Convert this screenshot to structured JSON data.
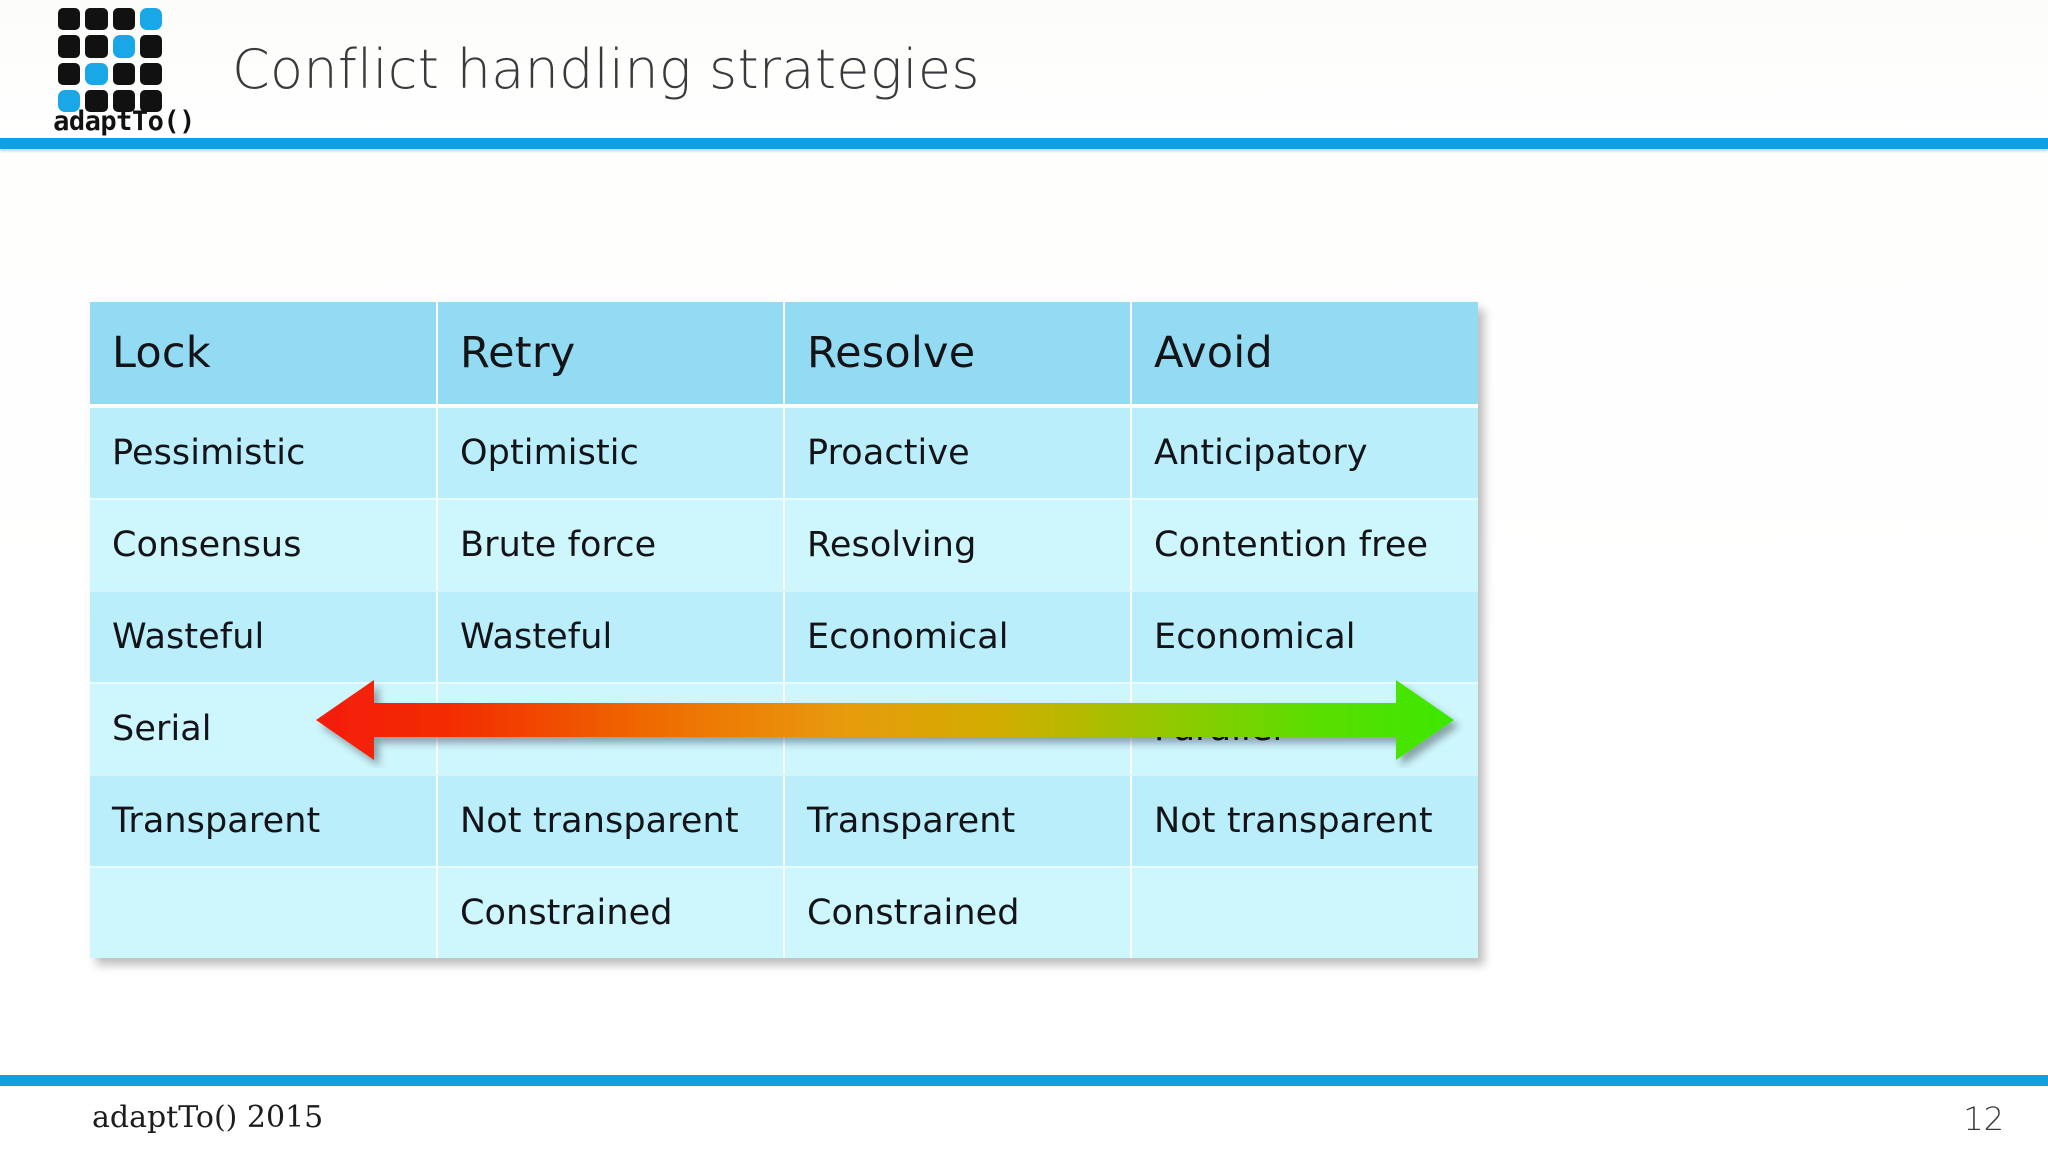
{
  "slide": {
    "title": "Conflict handling strategies",
    "page_number": "12",
    "footer_text": "adaptTo() 2015",
    "accent_color": "#109fdf",
    "title_color": "#3a3a3c"
  },
  "logo": {
    "wordmark": "adaptTo()",
    "dark_color": "#111111",
    "accent_color": "#19a7e8",
    "grid_cells": [
      "dark",
      "dark",
      "dark",
      "blue",
      "dark",
      "dark",
      "blue",
      "dark",
      "dark",
      "blue",
      "dark",
      "dark",
      "blue",
      "dark",
      "dark",
      "dark"
    ]
  },
  "table": {
    "header_bg": "#93dbf3",
    "row_bg_a": "#b9eefa",
    "row_bg_b": "#cdf6fd",
    "headers": [
      "Lock",
      "Retry",
      "Resolve",
      "Avoid"
    ],
    "rows": [
      [
        "Pessimistic",
        "Optimistic",
        "Proactive",
        "Anticipatory"
      ],
      [
        "Consensus",
        "Brute force",
        "Resolving",
        "Contention free"
      ],
      [
        "Wasteful",
        "Wasteful",
        "Economical",
        "Economical"
      ],
      [
        "Serial",
        "",
        "",
        "Parallel"
      ],
      [
        "Transparent",
        "Not transparent",
        "Transparent",
        "Not transparent"
      ],
      [
        "",
        "Constrained",
        "Constrained",
        ""
      ]
    ]
  },
  "arrow": {
    "label": "serial-to-parallel-spectrum",
    "direction": "double-headed",
    "left_color": "#f41c07",
    "mid_color": "#e89a07",
    "right_color": "#3ce806",
    "on_row_index": 3
  }
}
